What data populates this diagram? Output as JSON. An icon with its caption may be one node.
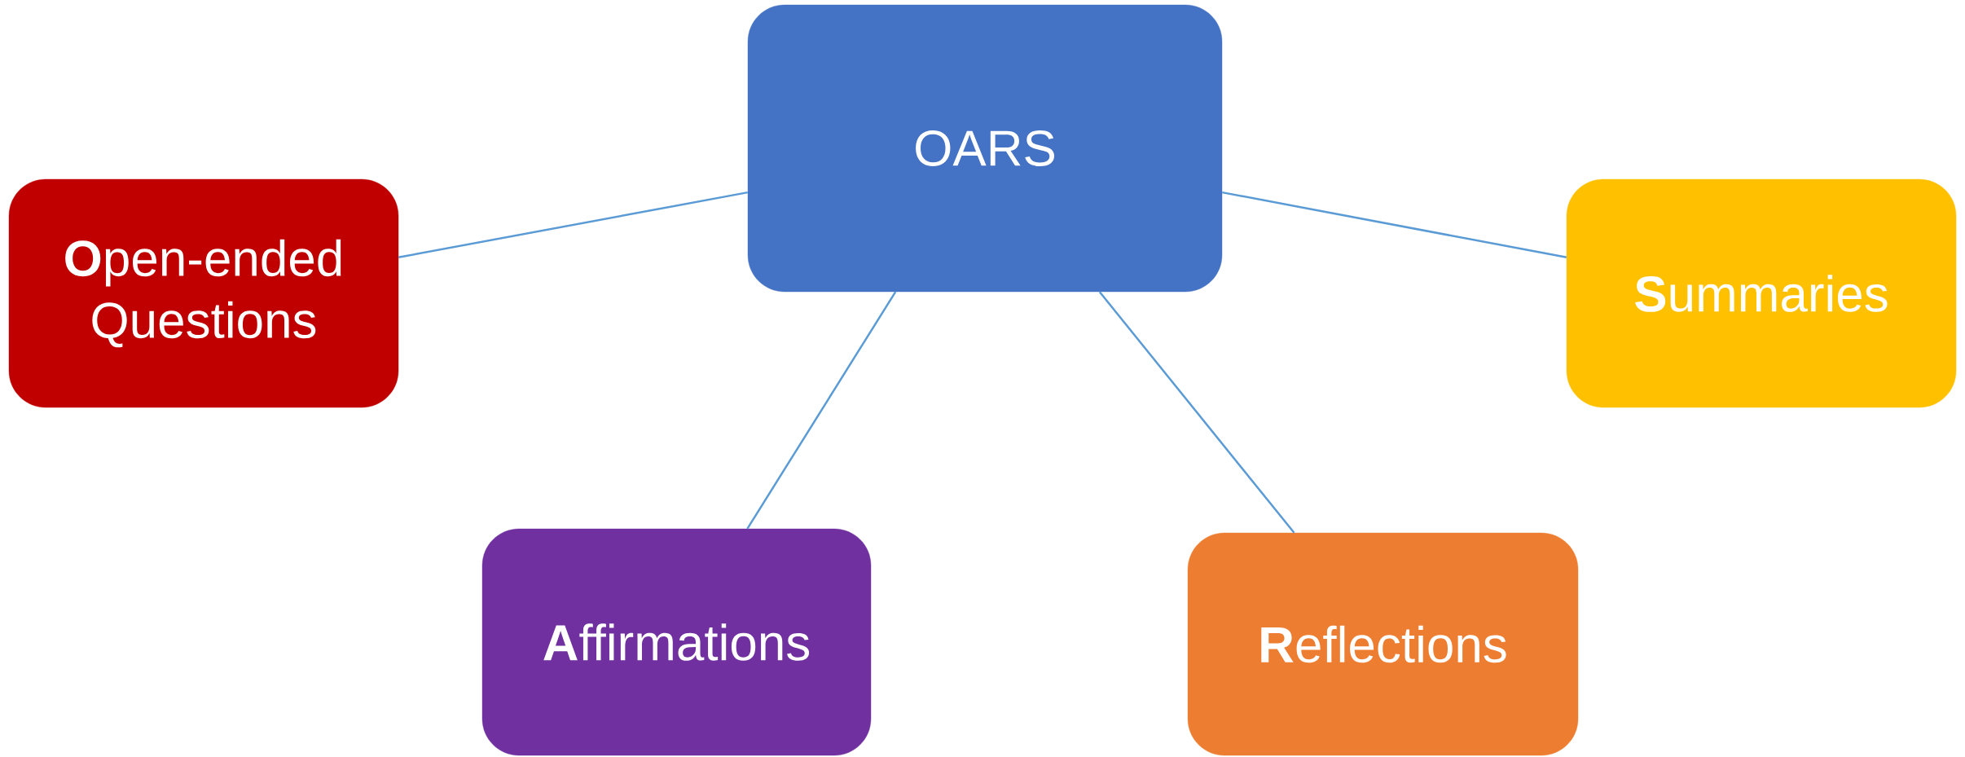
{
  "diagram": {
    "nodes": [
      {
        "text": [
          "OARS"
        ]
      },
      {
        "text": [
          "**O**pen-ended Questions"
        ]
      },
      {
        "text": [
          "**S**ummaries"
        ]
      },
      {
        "text": [
          "**A**ffirmations"
        ]
      },
      {
        "text": [
          "**R**eflections"
        ]
      }
    ],
    "edges": [
      {
        "from": 0,
        "to": 1,
        "arrow": "none"
      },
      {
        "from": 0,
        "to": 2,
        "arrow": "none"
      },
      {
        "from": 0,
        "to": 3,
        "arrow": "none"
      },
      {
        "from": 0,
        "to": 4,
        "arrow": "none"
      }
    ]
  }
}
